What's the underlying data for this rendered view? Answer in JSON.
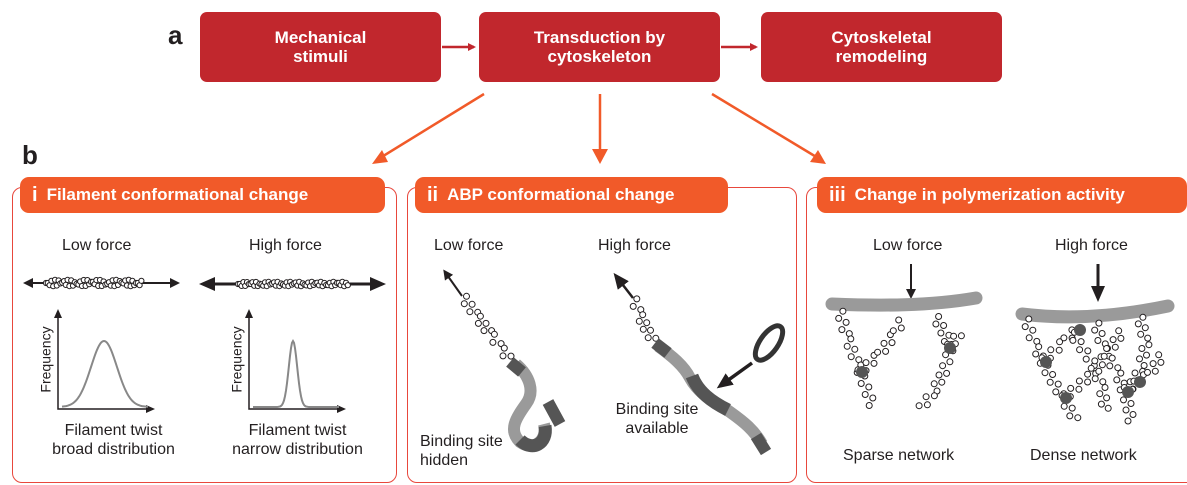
{
  "part_a": {
    "letter": "a",
    "steps": [
      "Mechanical\nstimuli",
      "Transduction by\ncytoskeleton",
      "Cytoskeletal\nremodeling"
    ]
  },
  "part_b": {
    "letter": "b",
    "panels": [
      {
        "numeral": "i",
        "title": "Filament conformational change",
        "low_label": "Low force",
        "high_label": "High force",
        "y_axis_label": "Frequency",
        "caption_low": "Filament twist\nbroad distribution",
        "caption_high": "Filament twist\nnarrow distribution"
      },
      {
        "numeral": "ii",
        "title": "ABP conformational change",
        "low_label": "Low force",
        "high_label": "High force",
        "caption_low": "Binding site\nhidden",
        "caption_high": "Binding site\navailable"
      },
      {
        "numeral": "iii",
        "title": "Change in polymerization activity",
        "low_label": "Low force",
        "high_label": "High force",
        "caption_low": "Sparse network",
        "caption_high": "Dense network"
      }
    ]
  },
  "colors": {
    "flow_box": "#c1272d",
    "panel_tab": "#f15a29",
    "panel_border": "#e8473c",
    "arrow_red": "#c1272d",
    "arrow_orange": "#f15a29",
    "membrane_gray": "#9a9a9a",
    "dark_gray": "#555555"
  }
}
